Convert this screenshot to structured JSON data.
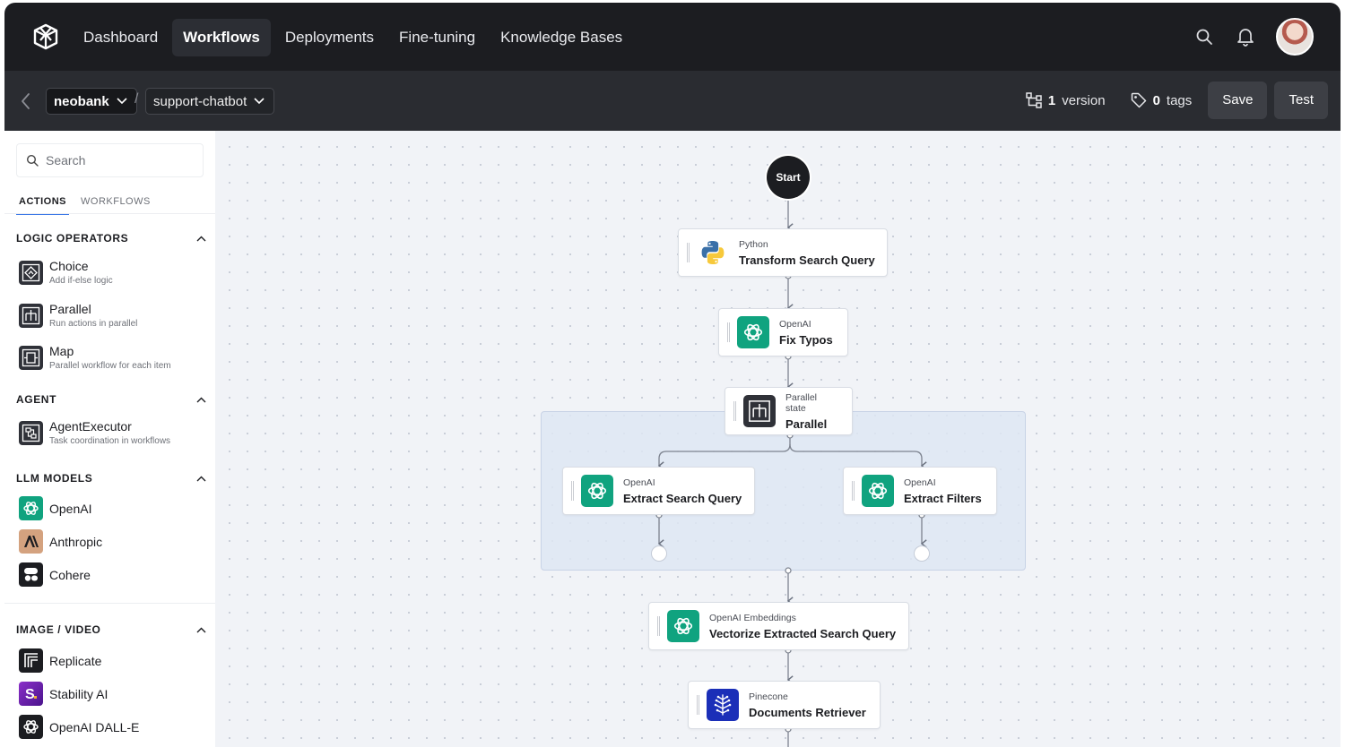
{
  "nav": {
    "items": [
      {
        "label": "Dashboard",
        "active": false
      },
      {
        "label": "Workflows",
        "active": true
      },
      {
        "label": "Deployments",
        "active": false
      },
      {
        "label": "Fine-tuning",
        "active": false
      },
      {
        "label": "Knowledge Bases",
        "active": false
      }
    ],
    "icons": [
      "search-icon",
      "bell-icon",
      "avatar"
    ]
  },
  "subbar": {
    "project": "neobank",
    "workflow": "support-chatbot",
    "separator": "/",
    "version_count": "1",
    "version_label": "version",
    "tag_count": "0",
    "tag_label": "tags",
    "save_label": "Save",
    "test_label": "Test"
  },
  "sidebar": {
    "search_placeholder": "Search",
    "tabs": [
      {
        "label": "ACTIONS",
        "active": true
      },
      {
        "label": "WORKFLOWS",
        "active": false
      }
    ],
    "sections": [
      {
        "title": "LOGIC OPERATORS",
        "items": [
          {
            "label": "Choice",
            "description": "Add if-else logic",
            "icon": "choice-icon"
          },
          {
            "label": "Parallel",
            "description": "Run actions in parallel",
            "icon": "parallel-icon"
          },
          {
            "label": "Map",
            "description": "Parallel workflow for each item",
            "icon": "map-icon"
          }
        ]
      },
      {
        "title": "AGENT",
        "items": [
          {
            "label": "AgentExecutor",
            "description": "Task coordination in workflows",
            "icon": "agent-icon"
          }
        ]
      },
      {
        "title": "LLM MODELS",
        "items": [
          {
            "label": "OpenAI",
            "icon": "openai-icon"
          },
          {
            "label": "Anthropic",
            "icon": "anthropic-icon"
          },
          {
            "label": "Cohere",
            "icon": "cohere-icon"
          }
        ]
      },
      {
        "title": "IMAGE / VIDEO",
        "items": [
          {
            "label": "Replicate",
            "icon": "replicate-icon"
          },
          {
            "label": "Stability AI",
            "icon": "stability-icon"
          },
          {
            "label": "OpenAI DALL-E",
            "icon": "dalle-icon"
          }
        ]
      }
    ]
  },
  "canvas": {
    "start_label": "Start",
    "nodes": [
      {
        "provider": "Python",
        "title": "Transform Search Query",
        "icon": "python-icon"
      },
      {
        "provider": "OpenAI",
        "title": "Fix Typos",
        "icon": "openai-icon"
      },
      {
        "provider": "Parallel state",
        "title": "Parallel",
        "icon": "parallel-icon"
      },
      {
        "provider": "OpenAI",
        "title": "Extract Search Query",
        "icon": "openai-icon"
      },
      {
        "provider": "OpenAI",
        "title": "Extract Filters",
        "icon": "openai-icon"
      },
      {
        "provider": "OpenAI Embeddings",
        "title": "Vectorize Extracted Search Query",
        "icon": "openai-icon"
      },
      {
        "provider": "Pinecone",
        "title": "Documents Retriever",
        "icon": "pinecone-icon"
      }
    ]
  },
  "colors": {
    "topbar": "#1c1d21",
    "subbar": "#2a2c31",
    "accent": "#3b78e7",
    "openai": "#10a37f",
    "pinecone": "#1b2fb8",
    "anthropic": "#d4a27f",
    "stability": "#6a1fb1"
  }
}
